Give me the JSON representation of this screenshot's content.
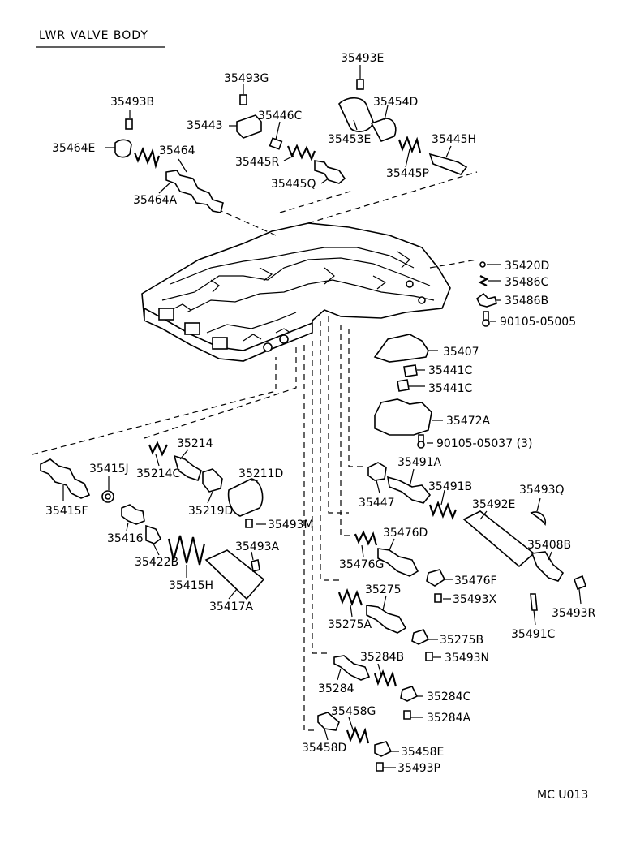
{
  "title": "LWR  VALVE  BODY",
  "code": "MC  U013",
  "parts": [
    {
      "id": "35493E",
      "label": "35493E"
    },
    {
      "id": "35493G",
      "label": "35493G"
    },
    {
      "id": "35493B",
      "label": "35493B"
    },
    {
      "id": "35454D",
      "label": "35454D"
    },
    {
      "id": "35443",
      "label": "35443"
    },
    {
      "id": "35446C",
      "label": "35446C"
    },
    {
      "id": "35464E",
      "label": "35464E"
    },
    {
      "id": "35464",
      "label": "35464"
    },
    {
      "id": "35453E",
      "label": "35453E"
    },
    {
      "id": "35445H",
      "label": "35445H"
    },
    {
      "id": "35445R",
      "label": "35445R"
    },
    {
      "id": "35445P",
      "label": "35445P"
    },
    {
      "id": "35445Q",
      "label": "35445Q"
    },
    {
      "id": "35464A",
      "label": "35464A"
    },
    {
      "id": "35420D",
      "label": "35420D"
    },
    {
      "id": "35486C",
      "label": "35486C"
    },
    {
      "id": "35486B",
      "label": "35486B"
    },
    {
      "id": "90105-05005",
      "label": "90105-05005"
    },
    {
      "id": "35407",
      "label": "35407"
    },
    {
      "id": "35441C-a",
      "label": "35441C"
    },
    {
      "id": "35441C-b",
      "label": "35441C"
    },
    {
      "id": "35472A",
      "label": "35472A"
    },
    {
      "id": "90105-05037",
      "label": "90105-05037 (3)"
    },
    {
      "id": "35214",
      "label": "35214"
    },
    {
      "id": "35415J",
      "label": "35415J"
    },
    {
      "id": "35214C",
      "label": "35214C"
    },
    {
      "id": "35211D",
      "label": "35211D"
    },
    {
      "id": "35491A",
      "label": "35491A"
    },
    {
      "id": "35491B",
      "label": "35491B"
    },
    {
      "id": "35493Q",
      "label": "35493Q"
    },
    {
      "id": "35447",
      "label": "35447"
    },
    {
      "id": "35492E",
      "label": "35492E"
    },
    {
      "id": "35415F",
      "label": "35415F"
    },
    {
      "id": "35219D",
      "label": "35219D"
    },
    {
      "id": "35493M",
      "label": "35493M"
    },
    {
      "id": "35416",
      "label": "35416"
    },
    {
      "id": "35476D",
      "label": "35476D"
    },
    {
      "id": "35408B",
      "label": "35408B"
    },
    {
      "id": "35493A",
      "label": "35493A"
    },
    {
      "id": "35422B",
      "label": "35422B"
    },
    {
      "id": "35476G",
      "label": "35476G"
    },
    {
      "id": "35415H",
      "label": "35415H"
    },
    {
      "id": "35476F",
      "label": "35476F"
    },
    {
      "id": "35275",
      "label": "35275"
    },
    {
      "id": "35417A",
      "label": "35417A"
    },
    {
      "id": "35493X",
      "label": "35493X"
    },
    {
      "id": "35493R",
      "label": "35493R"
    },
    {
      "id": "35275A",
      "label": "35275A"
    },
    {
      "id": "35491C",
      "label": "35491C"
    },
    {
      "id": "35275B",
      "label": "35275B"
    },
    {
      "id": "35284B",
      "label": "35284B"
    },
    {
      "id": "35493N",
      "label": "35493N"
    },
    {
      "id": "35284",
      "label": "35284"
    },
    {
      "id": "35284C",
      "label": "35284C"
    },
    {
      "id": "35458G",
      "label": "35458G"
    },
    {
      "id": "35284A",
      "label": "35284A"
    },
    {
      "id": "35458D",
      "label": "35458D"
    },
    {
      "id": "35458E",
      "label": "35458E"
    },
    {
      "id": "35493P",
      "label": "35493P"
    }
  ]
}
